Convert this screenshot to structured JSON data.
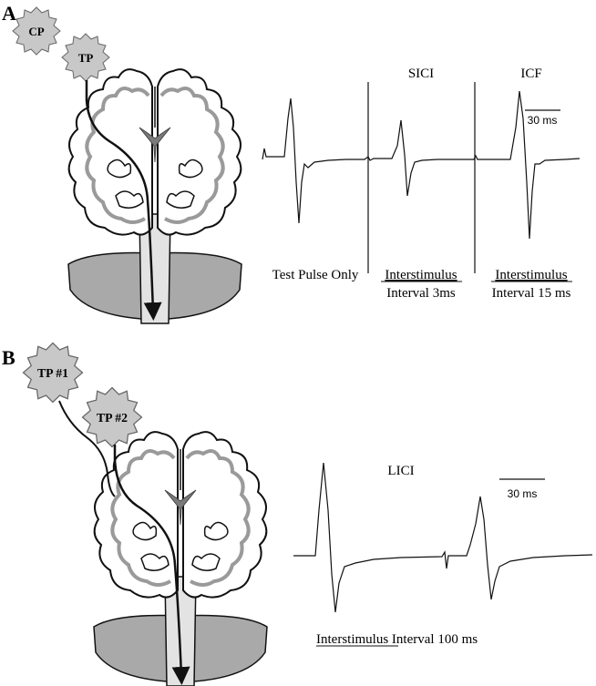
{
  "panel_a": {
    "letter": "A",
    "stimuli": [
      "CP",
      "TP"
    ],
    "conditions": [
      {
        "title": "",
        "label_line1": "Test Pulse Only",
        "label_line2": ""
      },
      {
        "title": "SICI",
        "label_line1": "Interstimulus",
        "label_line2": "Interval 3ms"
      },
      {
        "title": "ICF",
        "label_line1": "Interstimulus",
        "label_line2": "Interval 15 ms"
      }
    ],
    "scale_bar": "30 ms"
  },
  "panel_b": {
    "letter": "B",
    "stimuli": [
      "TP #1",
      "TP #2"
    ],
    "condition_title": "LICI",
    "label_underlined": "Interstimulus",
    "label_rest": " Interval 100 ms",
    "scale_bar": "30 ms"
  },
  "colors": {
    "stimulus_fill": "#c8c8c8",
    "brain_gray": "#bdbdbd",
    "cerebellum": "#a9a9a9",
    "ventricle": "#7a7a7a",
    "trace": "#111111"
  },
  "icons": [
    "brain-coronal-icon",
    "stimulus-star-icon",
    "arrow-down-icon"
  ]
}
